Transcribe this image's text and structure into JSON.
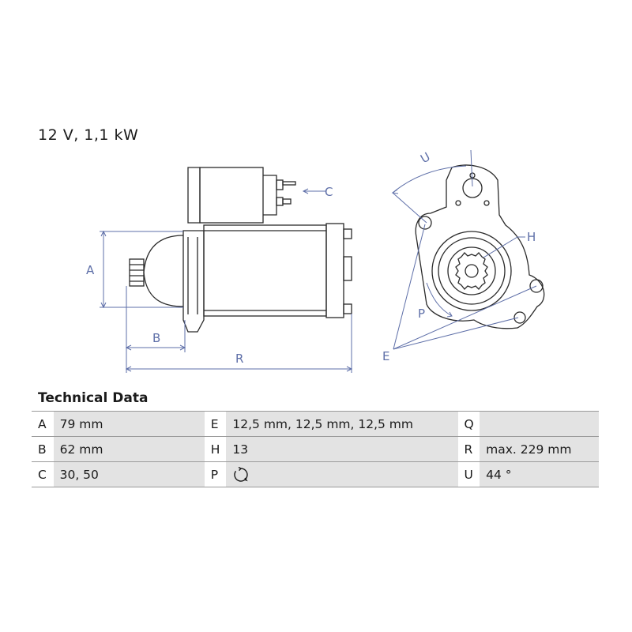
{
  "spec_line": "12 V, 1,1 kW",
  "drawing": {
    "labels": {
      "A": "A",
      "B": "B",
      "C": "C",
      "R": "R",
      "U": "U",
      "H": "H",
      "P": "P",
      "E": "E"
    }
  },
  "technical_data": {
    "title": "Technical Data",
    "rows": [
      [
        {
          "key": "A",
          "value": "79 mm"
        },
        {
          "key": "E",
          "value": "12,5 mm, 12,5 mm, 12,5 mm"
        },
        {
          "key": "Q",
          "value": ""
        }
      ],
      [
        {
          "key": "B",
          "value": "62 mm"
        },
        {
          "key": "H",
          "value": "13"
        },
        {
          "key": "R",
          "value": "max. 229 mm"
        }
      ],
      [
        {
          "key": "C",
          "value": "30, 50"
        },
        {
          "key": "P",
          "value": "",
          "icon": "clockwise-rotation-icon"
        },
        {
          "key": "U",
          "value": "44 °"
        }
      ]
    ]
  },
  "colors": {
    "dimension_lines": "#5e6fa8",
    "outline": "#2a2a2a",
    "value_cell_bg": "#e3e3e3"
  }
}
